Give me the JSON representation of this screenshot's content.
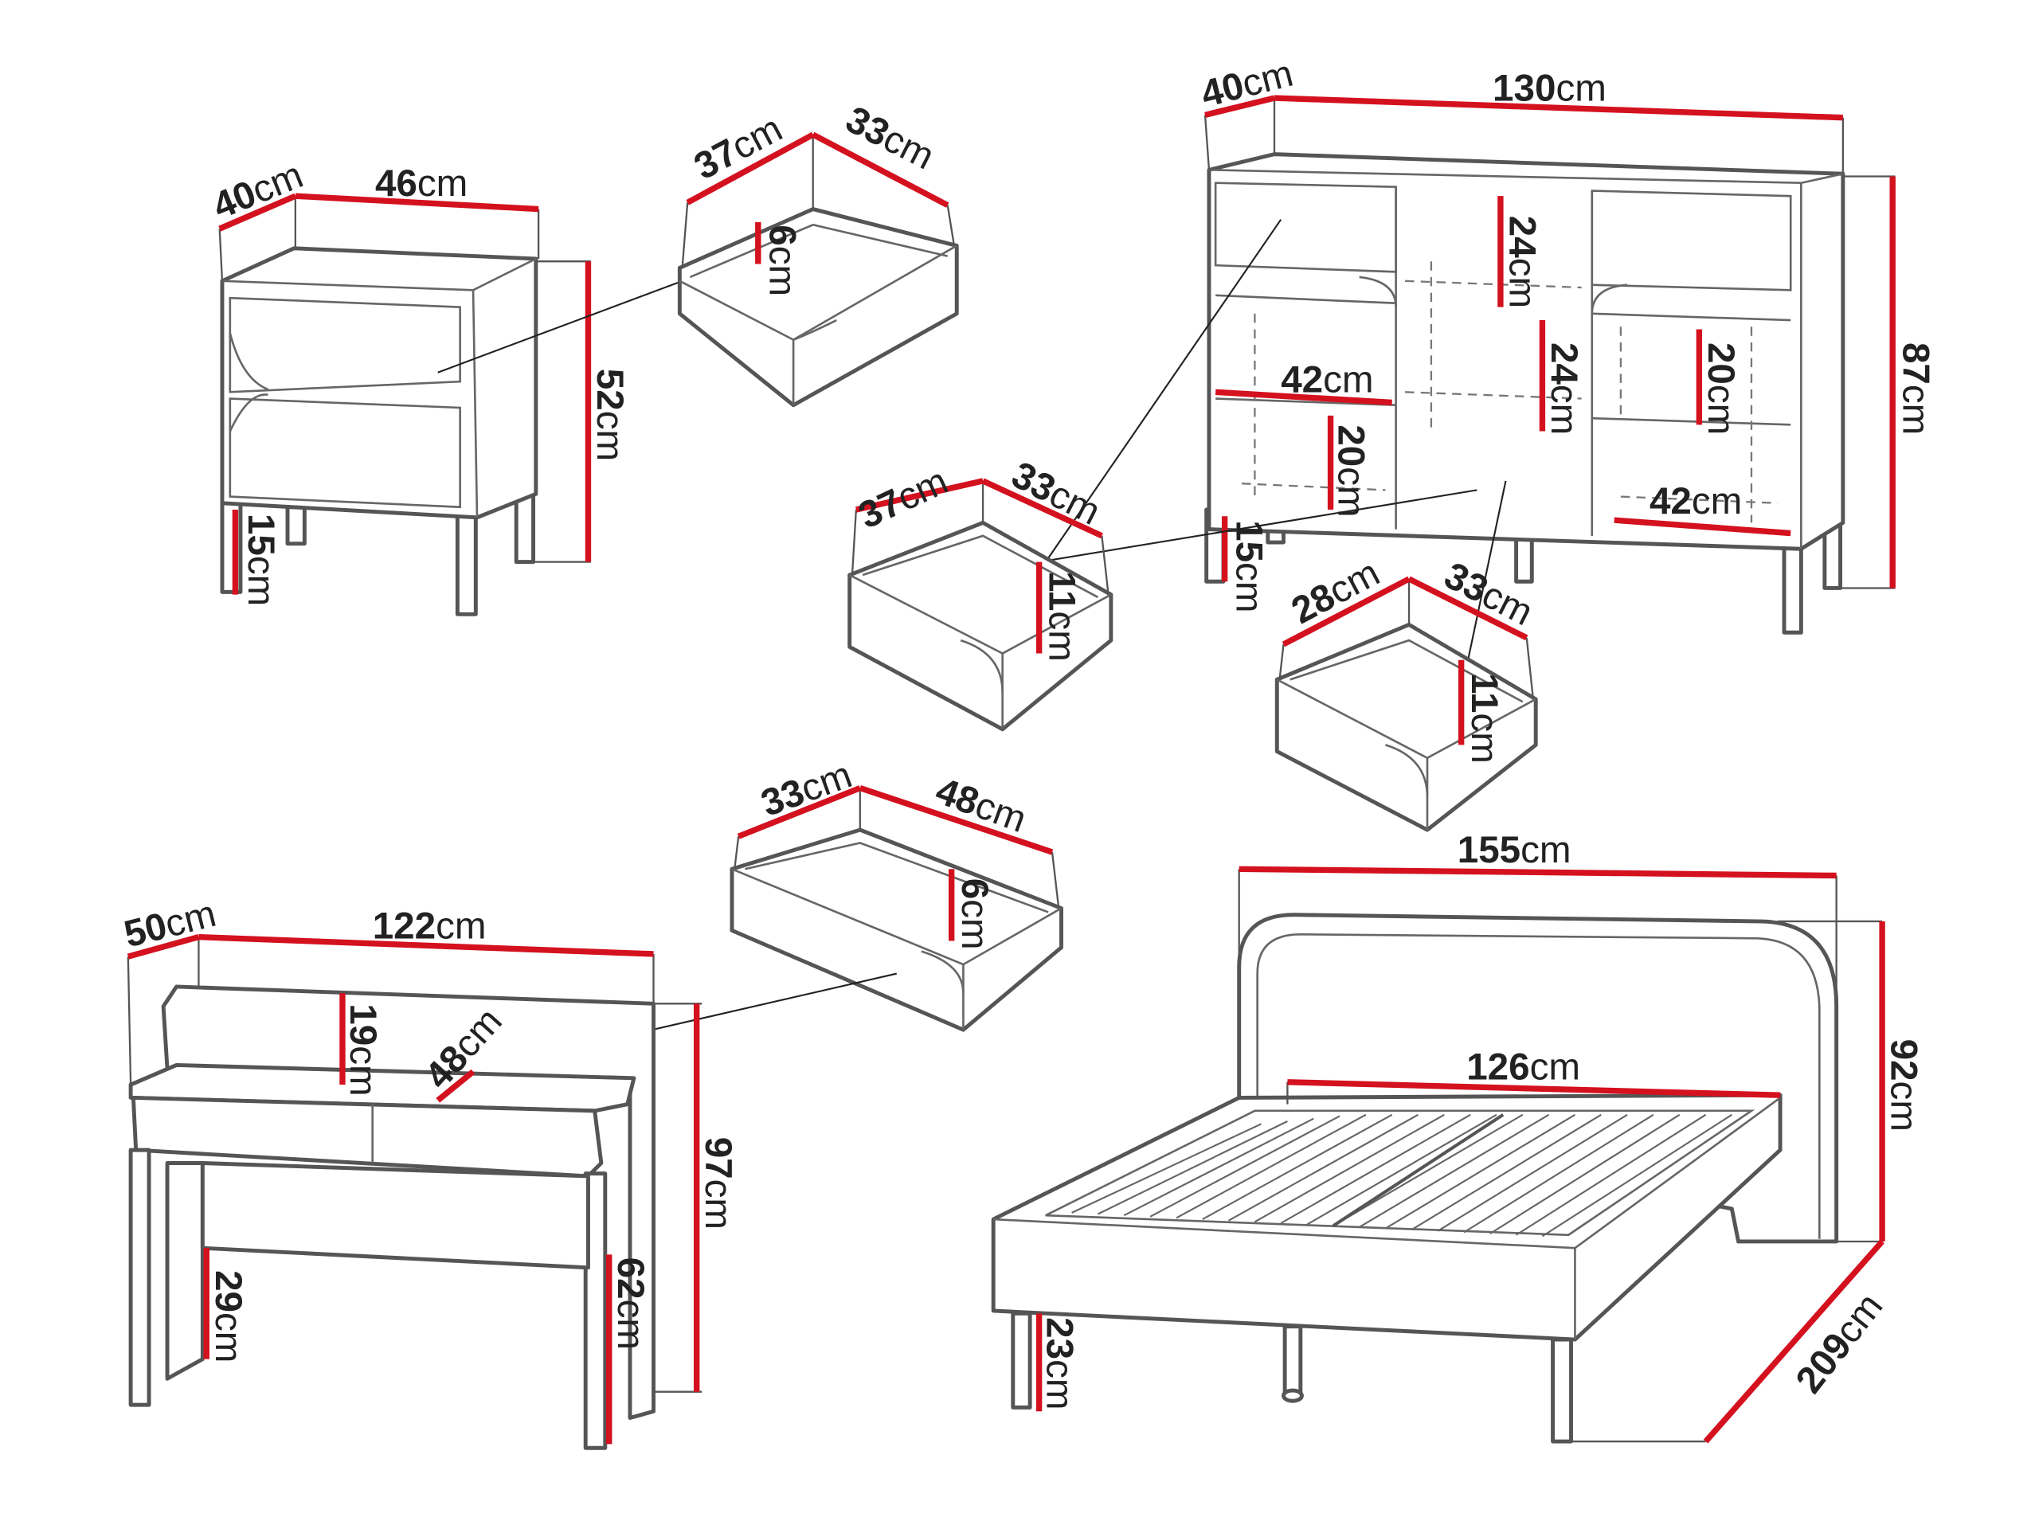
{
  "colors": {
    "dimension_line": "#d4111e",
    "outline": "#555555"
  },
  "nightstand": {
    "depth": {
      "n": "40",
      "u": "cm"
    },
    "width": {
      "n": "46",
      "u": "cm"
    },
    "height": {
      "n": "52",
      "u": "cm"
    },
    "leg": {
      "n": "15",
      "u": "cm"
    }
  },
  "nightstand_drawer": {
    "width": {
      "n": "37",
      "u": "cm"
    },
    "depth": {
      "n": "33",
      "u": "cm"
    },
    "height": {
      "n": "6",
      "u": "cm"
    }
  },
  "sideboard": {
    "depth": {
      "n": "40",
      "u": "cm"
    },
    "width": {
      "n": "130",
      "u": "cm"
    },
    "height": {
      "n": "87",
      "u": "cm"
    },
    "shelf1": {
      "n": "24",
      "u": "cm"
    },
    "shelf2": {
      "n": "24",
      "u": "cm"
    },
    "right_shelf": {
      "n": "20",
      "u": "cm"
    },
    "left_width": {
      "n": "42",
      "u": "cm"
    },
    "left_shelf": {
      "n": "20",
      "u": "cm"
    },
    "right_width": {
      "n": "42",
      "u": "cm"
    },
    "leg": {
      "n": "15",
      "u": "cm"
    }
  },
  "sideboard_drawer_large": {
    "width": {
      "n": "37",
      "u": "cm"
    },
    "depth": {
      "n": "33",
      "u": "cm"
    },
    "height": {
      "n": "11",
      "u": "cm"
    }
  },
  "sideboard_drawer_small": {
    "width": {
      "n": "28",
      "u": "cm"
    },
    "depth": {
      "n": "33",
      "u": "cm"
    },
    "height": {
      "n": "11",
      "u": "cm"
    }
  },
  "desk_drawer": {
    "depth": {
      "n": "33",
      "u": "cm"
    },
    "width": {
      "n": "48",
      "u": "cm"
    },
    "height": {
      "n": "6",
      "u": "cm"
    }
  },
  "desk": {
    "depth": {
      "n": "50",
      "u": "cm"
    },
    "width": {
      "n": "122",
      "u": "cm"
    },
    "upstand": {
      "n": "19",
      "u": "cm"
    },
    "drawer_width": {
      "n": "48",
      "u": "cm"
    },
    "height": {
      "n": "97",
      "u": "cm"
    },
    "leg_gap": {
      "n": "29",
      "u": "cm"
    },
    "desk_height": {
      "n": "62",
      "u": "cm"
    }
  },
  "bed": {
    "width": {
      "n": "155",
      "u": "cm"
    },
    "mattress_width": {
      "n": "126",
      "u": "cm"
    },
    "headboard_height": {
      "n": "92",
      "u": "cm"
    },
    "length": {
      "n": "209",
      "u": "cm"
    },
    "leg": {
      "n": "23",
      "u": "cm"
    }
  }
}
